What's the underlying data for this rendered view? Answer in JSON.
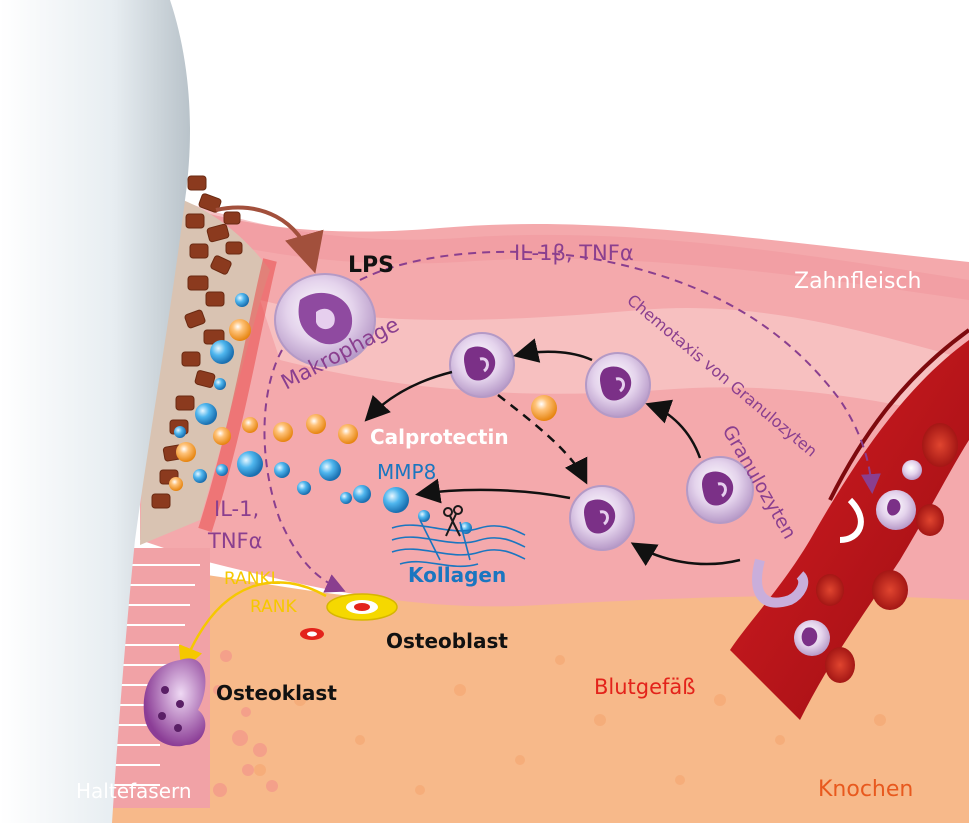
{
  "labels": {
    "lps": "LPS",
    "makrophage": "Makrophage",
    "il1b_tnfa": "IL-1β, TNFα",
    "chemotaxis": "Chemotaxis von Granulozyten",
    "zahnfleisch": "Zahnfleisch",
    "calprotectin": "Calprotectin",
    "mmp8": "MMP8",
    "granulozyten": "Granulozyten",
    "il1_line1": "IL-1,",
    "tnfa_line2": "TNFα",
    "kollagen": "Kollagen",
    "rankl": "RANKL",
    "rank": "RANK",
    "osteoblast": "Osteoblast",
    "osteoklast": "Osteoklast",
    "blutgefaess": "Blutgefäß",
    "knochen": "Knochen",
    "haltefasern": "Haltefasern"
  },
  "colors": {
    "gum": "#f2a5a8",
    "gum_light": "#f7c5c6",
    "bone": "#f7b98a",
    "tooth": "#e4eaee",
    "vessel": "#c0171e",
    "purple_text": "#8a3f8f",
    "blue_text": "#1a76c0",
    "red_text": "#e3231b",
    "orange_text": "#e8591e",
    "yellow_text": "#f5c800"
  }
}
